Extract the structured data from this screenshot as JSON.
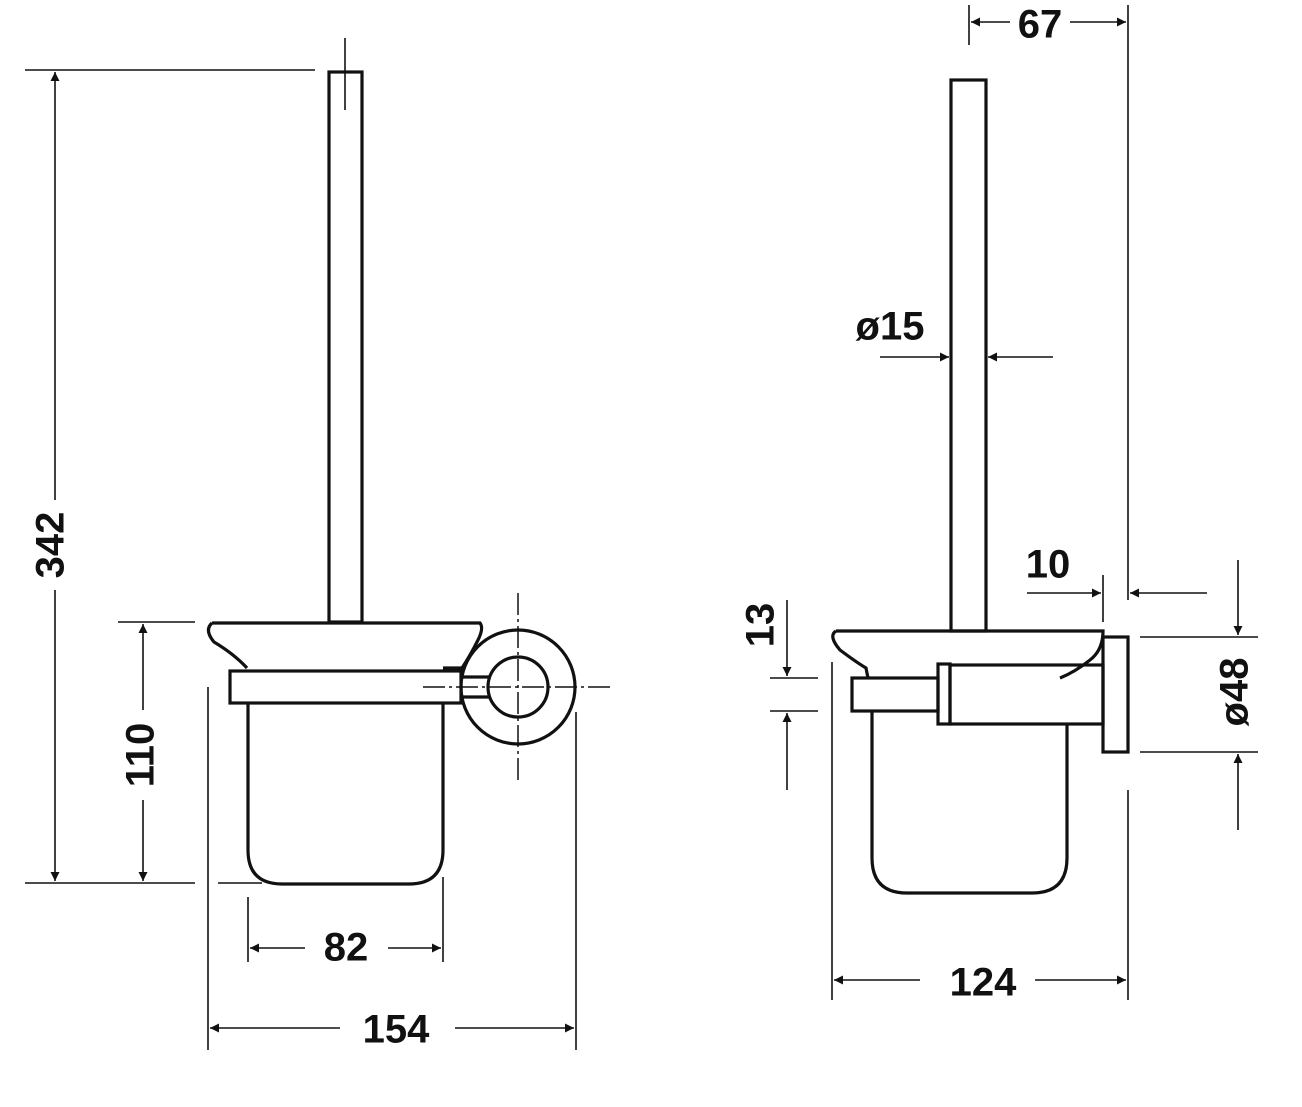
{
  "drawing": {
    "front_view": {
      "dimensions": {
        "total_height": "342",
        "cup_height": "110",
        "cup_width": "82",
        "total_width": "154"
      }
    },
    "side_view": {
      "dimensions": {
        "handle_offset": "67",
        "handle_diameter": "ø15",
        "plate_thickness": "10",
        "arm_thickness": "13",
        "plate_diameter": "ø48",
        "total_depth": "124"
      }
    },
    "colors": {
      "line": "#111111",
      "background": "#ffffff"
    }
  }
}
